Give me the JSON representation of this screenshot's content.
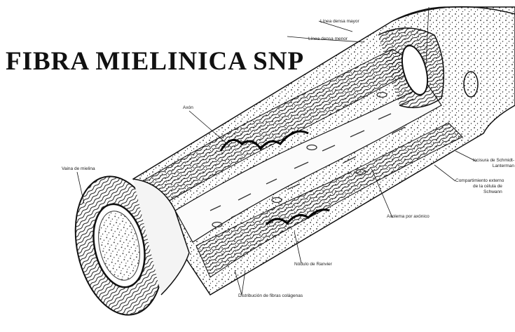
{
  "title": "FIBRA MIELINICA SNP",
  "labels": {
    "linea_densa_mayor": "Línea densa mayor",
    "linea_densa_menor": "Línea densa menor",
    "axon": "Axón",
    "vaina_mielina": "Vaina de mielina",
    "incisura": "Incisura de Schmidt-Lanterman",
    "compartimiento_1": "Compartimiento externo",
    "compartimiento_2": "de la célula de",
    "compartimiento_3": "Schwann",
    "axolema": "Axolema por axónico",
    "nodulo_ranvier": "Nódulo de Ranvier",
    "distribucion": "Distribución de fibras colágenas"
  },
  "colors": {
    "ink": "#111111",
    "paper": "#ffffff"
  }
}
